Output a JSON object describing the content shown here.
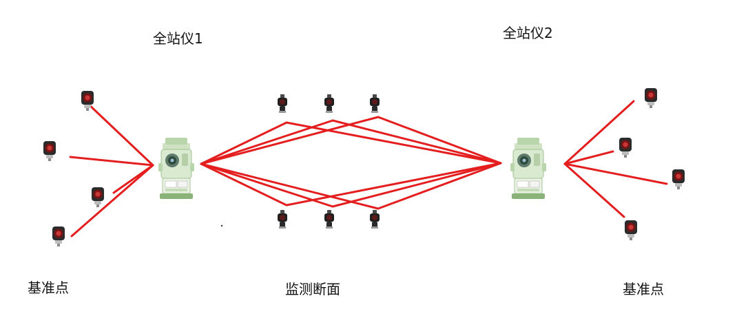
{
  "labels": {
    "station_1": "全站仪1",
    "station_2": "全站仪2",
    "benchmark_left": "基准点",
    "monitoring_section": "监测断面",
    "benchmark_right": "基准点"
  },
  "colors": {
    "sight_line": "#e41e1e",
    "background": "#ffffff",
    "text": "#111111"
  },
  "icons": {
    "total_station": "total-station-icon",
    "reference_prism": "reference-prism-icon",
    "monitoring_prism": "monitoring-prism-icon"
  }
}
